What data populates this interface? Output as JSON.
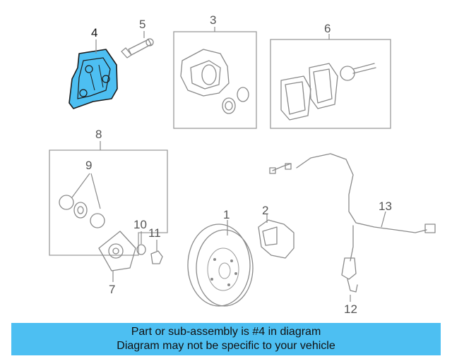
{
  "callouts": {
    "c1": "1",
    "c2": "2",
    "c3": "3",
    "c4": "4",
    "c5": "5",
    "c6": "6",
    "c7": "7",
    "c8": "8",
    "c9": "9",
    "c10": "10",
    "c11": "11",
    "c12": "12",
    "c13": "13"
  },
  "highlight_color": "#4dbff2",
  "banner": {
    "line1": "Part or sub-assembly is #4 in diagram",
    "line2": "Diagram may not be specific to your vehicle"
  }
}
